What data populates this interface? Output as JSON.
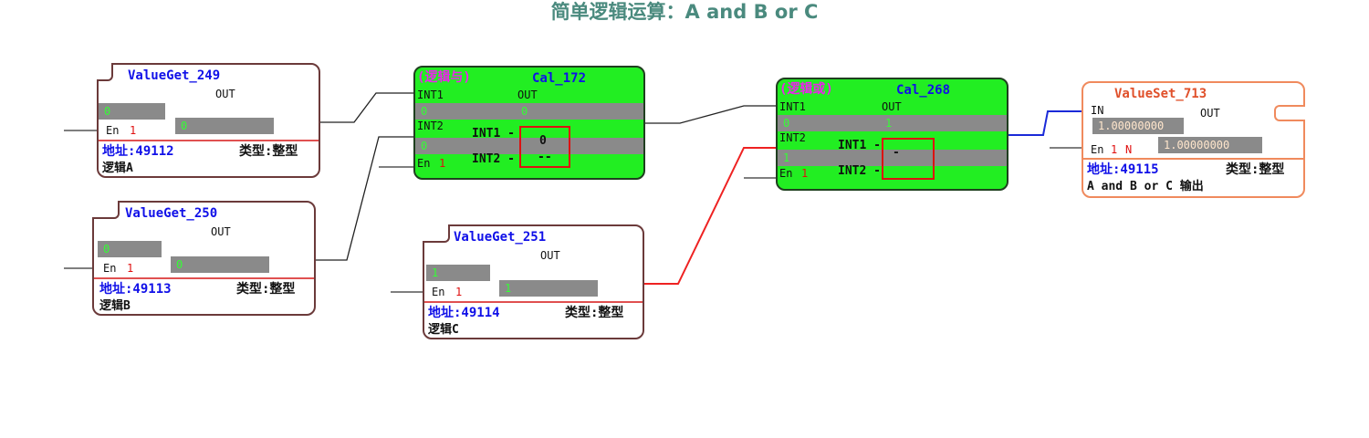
{
  "title": "简单逻辑运算：A and B or C",
  "colors": {
    "get_border": "#6b3a3a",
    "set_border": "#f08a5d",
    "cal_fill": "#22ee22",
    "name": "#1010e8",
    "op": "#ee22ee",
    "field": "#8a8a8a",
    "field_text": "#33ff33"
  },
  "blocks": {
    "vg249": {
      "name": "ValueGet_249",
      "out": "OUT",
      "value": "0",
      "en": "En",
      "en_val": "1",
      "out_value": "0",
      "addr": "地址:49112",
      "type": "类型:整型",
      "desc": "逻辑A"
    },
    "vg250": {
      "name": "ValueGet_250",
      "out": "OUT",
      "value": "0",
      "en": "En",
      "en_val": "1",
      "out_value": "0",
      "addr": "地址:49113",
      "type": "类型:整型",
      "desc": "逻辑B"
    },
    "vg251": {
      "name": "ValueGet_251",
      "out": "OUT",
      "value": "1",
      "en": "En",
      "en_val": "1",
      "out_value": "1",
      "addr": "地址:49114",
      "type": "类型:整型",
      "desc": "逻辑C"
    },
    "cal172": {
      "op": "(逻辑与)",
      "name": "Cal_172",
      "int1": "INT1",
      "out": "OUT",
      "int1_val": "0",
      "out_val": "0",
      "int2": "INT2",
      "int2_val": "0",
      "en": "En",
      "en_val": "1",
      "ovl1": "INT1 -",
      "ovl2": "INT2 -",
      "ovl_v1": "0",
      "ovl_v2": "--"
    },
    "cal268": {
      "op": "(逻辑或)",
      "name": "Cal_268",
      "int1": "INT1",
      "out": "OUT",
      "int1_val": "0",
      "out_val": "1",
      "int2": "INT2",
      "int2_val": "1",
      "en": "En",
      "en_val": "1",
      "ovl1": "INT1 -",
      "ovl2": "INT2 -",
      "ovl_v1": "-"
    },
    "vs713": {
      "name": "ValueSet_713",
      "in": "IN",
      "out": "OUT",
      "in_val": "1.00000000",
      "en": "En",
      "en_val": "1",
      "n": "N",
      "out_val": "1.00000000",
      "addr": "地址:49115",
      "type": "类型:整型",
      "desc": "A and B or C 输出"
    }
  }
}
